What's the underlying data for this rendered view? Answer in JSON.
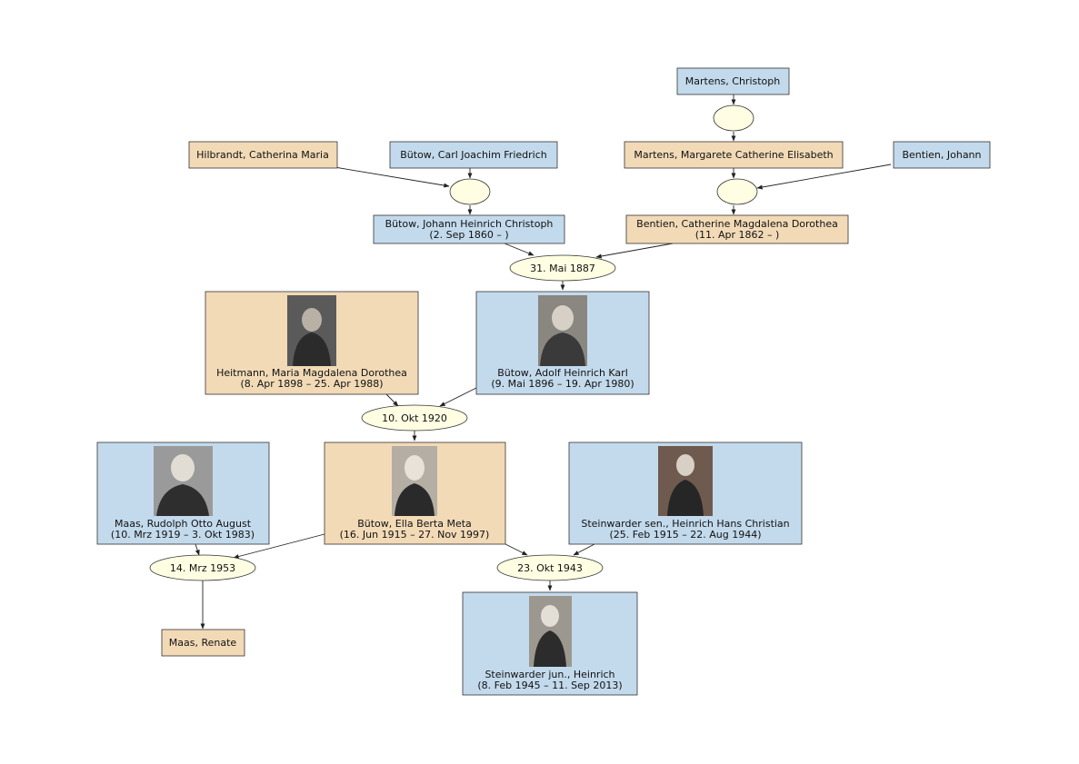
{
  "people": [
    {
      "id": "christoph-martens",
      "sex": "male",
      "name": "Martens, Christoph",
      "dates": ""
    },
    {
      "id": "catherina-hilbrandt",
      "sex": "female",
      "name": "Hilbrandt, Catherina Maria",
      "dates": ""
    },
    {
      "id": "carl-buetow",
      "sex": "male",
      "name": "Bütow, Carl Joachim Friedrich",
      "dates": ""
    },
    {
      "id": "margarete-martens",
      "sex": "female",
      "name": "Martens, Margarete Catherine Elisabeth",
      "dates": ""
    },
    {
      "id": "johann-bentien",
      "sex": "male",
      "name": "Bentien, Johann",
      "dates": ""
    },
    {
      "id": "johann-heinrich-buetow",
      "sex": "male",
      "name": "Bütow, Johann Heinrich Christoph",
      "dates": "(2. Sep 1860 – )"
    },
    {
      "id": "catherine-bentien",
      "sex": "female",
      "name": "Bentien, Catherine Magdalena Dorothea",
      "dates": "(11. Apr 1862 – )"
    },
    {
      "id": "maria-heitmann",
      "sex": "female",
      "name": "Heitmann, Maria Magdalena Dorothea",
      "dates": "(8. Apr 1898 – 25. Apr 1988)",
      "photo": "portrait-photo"
    },
    {
      "id": "adolf-buetow",
      "sex": "male",
      "name": "Bütow, Adolf Heinrich Karl",
      "dates": "(9. Mai 1896 – 19. Apr 1980)",
      "photo": "portrait-photo"
    },
    {
      "id": "rudolph-maas",
      "sex": "male",
      "name": "Maas, Rudolph Otto August",
      "dates": "(10. Mrz 1919 – 3. Okt 1983)",
      "photo": "portrait-photo"
    },
    {
      "id": "ella-buetow",
      "sex": "female",
      "name": "Bütow, Ella Berta Meta",
      "dates": "(16. Jun 1915 – 27. Nov 1997)",
      "photo": "portrait-photo"
    },
    {
      "id": "heinrich-steinwarder-sen",
      "sex": "male",
      "name": "Steinwarder sen., Heinrich Hans Christian",
      "dates": "(25. Feb 1915 – 22. Aug 1944)",
      "photo": "portrait-photo"
    },
    {
      "id": "renate-maas",
      "sex": "female",
      "name": "Maas, Renate",
      "dates": ""
    },
    {
      "id": "heinrich-steinwarder-jun",
      "sex": "male",
      "name": "Steinwarder jun., Heinrich",
      "dates": "(8. Feb 1945 – 11. Sep 2013)",
      "photo": "portrait-photo"
    }
  ],
  "families": [
    {
      "id": "fam-martens",
      "date": ""
    },
    {
      "id": "fam-buetow-hilbrandt",
      "date": ""
    },
    {
      "id": "fam-bentien-martens",
      "date": ""
    },
    {
      "id": "fam-1887",
      "date": "31. Mai 1887"
    },
    {
      "id": "fam-1920",
      "date": "10. Okt 1920"
    },
    {
      "id": "fam-1953",
      "date": "14. Mrz 1953"
    },
    {
      "id": "fam-1943",
      "date": "23. Okt 1943"
    }
  ],
  "colors": {
    "male": "#c3daec",
    "female": "#f2dab7",
    "family": "#fffde2",
    "edge": "#222222"
  }
}
